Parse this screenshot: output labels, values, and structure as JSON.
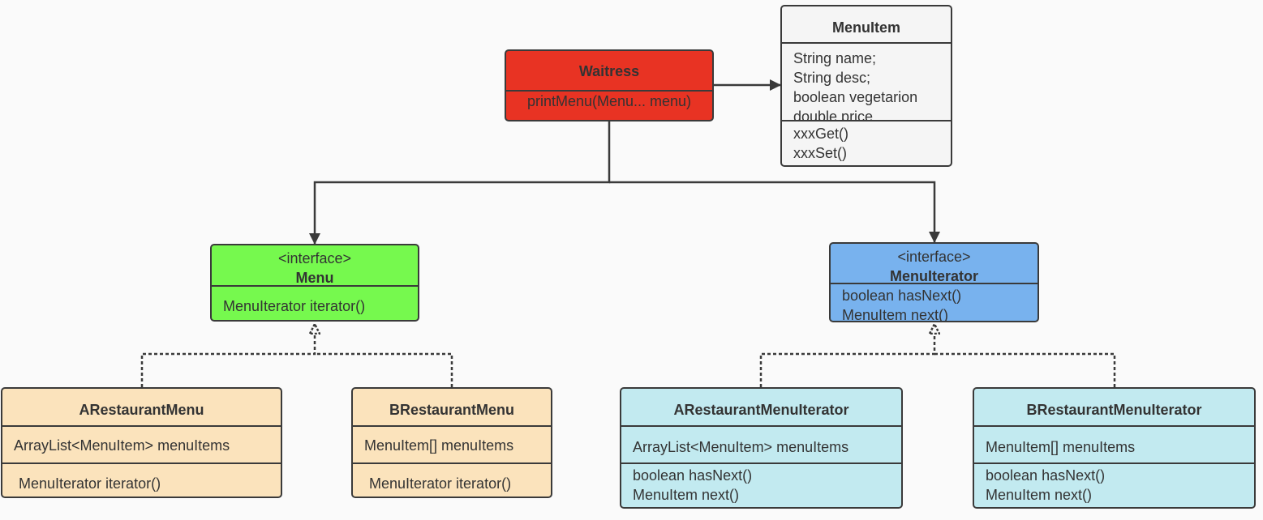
{
  "colors": {
    "waitress": "#e83323",
    "menu_interface": "#76f94e",
    "iterator_interface": "#78b2ee",
    "menu_impl": "#fbe3bc",
    "iterator_impl": "#c2eaf0",
    "menuitem": "#f5f5f5",
    "border": "#3a3a3a"
  },
  "waitress": {
    "title": "Waitress",
    "method": "printMenu(Menu... menu)"
  },
  "menuitem": {
    "title": "MenuItem",
    "fields": [
      "String name;",
      "String desc;",
      "boolean vegetarion",
      "double price"
    ],
    "methods": [
      "xxxGet()",
      "xxxSet()"
    ]
  },
  "menu": {
    "stereotype": "<interface>",
    "title": "Menu",
    "method": "MenuIterator iterator()"
  },
  "menu_iterator": {
    "stereotype": "<interface>",
    "title": "MenuIterator",
    "methods": [
      "boolean hasNext()",
      "MenuItem next()"
    ]
  },
  "a_menu": {
    "title": "ARestaurantMenu",
    "field": "ArrayList<MenuItem> menuItems",
    "method": "MenuIterator iterator()"
  },
  "b_menu": {
    "title": "BRestaurantMenu",
    "field": "MenuItem[] menuItems",
    "method": "MenuIterator iterator()"
  },
  "a_iterator": {
    "title": "ARestaurantMenuIterator",
    "field": "ArrayList<MenuItem> menuItems",
    "methods": [
      "boolean hasNext()",
      "MenuItem next()"
    ]
  },
  "b_iterator": {
    "title": "BRestaurantMenuIterator",
    "field": "MenuItem[] menuItems",
    "methods": [
      "boolean hasNext()",
      "MenuItem next()"
    ]
  }
}
